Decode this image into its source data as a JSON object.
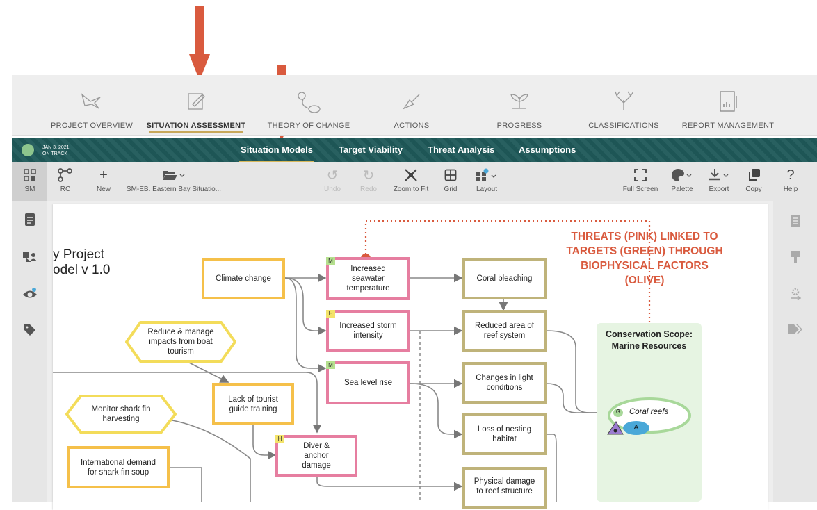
{
  "nav": {
    "items": [
      {
        "label": "PROJECT OVERVIEW",
        "icon": "bird-icon"
      },
      {
        "label": "SITUATION ASSESSMENT",
        "icon": "edit-document-icon"
      },
      {
        "label": "THEORY OF CHANGE",
        "icon": "path-icon"
      },
      {
        "label": "ACTIONS",
        "icon": "trowel-icon"
      },
      {
        "label": "PROGRESS",
        "icon": "seedling-icon"
      },
      {
        "label": "CLASSIFICATIONS",
        "icon": "branches-icon"
      },
      {
        "label": "REPORT MANAGEMENT",
        "icon": "report-icon"
      }
    ],
    "active": "SITUATION ASSESSMENT"
  },
  "status": {
    "date": "JAN 3, 2021",
    "text": "ON TRACK",
    "color": "#8dc58d"
  },
  "subtabs": [
    "Situation Models",
    "Target Viability",
    "Threat Analysis",
    "Assumptions"
  ],
  "toolbar": {
    "sm": "SM",
    "rc": "RC",
    "new": "New",
    "diagram": "SM-EB. Eastern Bay Situatio...",
    "undo": "Undo",
    "redo": "Redo",
    "zoom": "Zoom to Fit",
    "grid": "Grid",
    "layout": "Layout",
    "fullscreen": "Full Screen",
    "palette": "Palette",
    "export": "Export",
    "copy": "Copy",
    "help": "Help"
  },
  "diagram": {
    "title_line1": "y Project",
    "title_line2": "odel v 1.0",
    "nodes": {
      "climate": "Climate change",
      "seawater": "Increased seawater temperature",
      "storm": "Increased storm intensity",
      "sealevel": "Sea level rise",
      "bleaching": "Coral bleaching",
      "reefarea": "Reduced area of reef system",
      "light": "Changes in light conditions",
      "nesting": "Loss of nesting habitat",
      "physical": "Physical damage to reef structure",
      "reduce": "Reduce & manage impacts from boat tourism",
      "monitor": "Monitor shark fin harvesting",
      "guide": "Lack of tourist guide training",
      "diver": "Diver & anchor damage",
      "demand": "International demand for shark fin soup"
    },
    "tags": {
      "seawater": "M",
      "storm": "H",
      "sealevel": "M",
      "diver": "H"
    },
    "scope_title": "Conservation Scope: Marine Resources",
    "target": "Coral reefs",
    "target_badge": "G",
    "target_sub": "A"
  },
  "annotation": "THREATS (PINK) LINKED TO TARGETS (GREEN) THROUGH BIOPHYSICAL FACTORS (OLIVE)",
  "colors": {
    "accent": "#d95a3e",
    "teal": "#1f5a5a",
    "threat": "#e67ea0",
    "factor": "#bfb37a",
    "target": "#a8d89a",
    "driver": "#f5c04a"
  }
}
